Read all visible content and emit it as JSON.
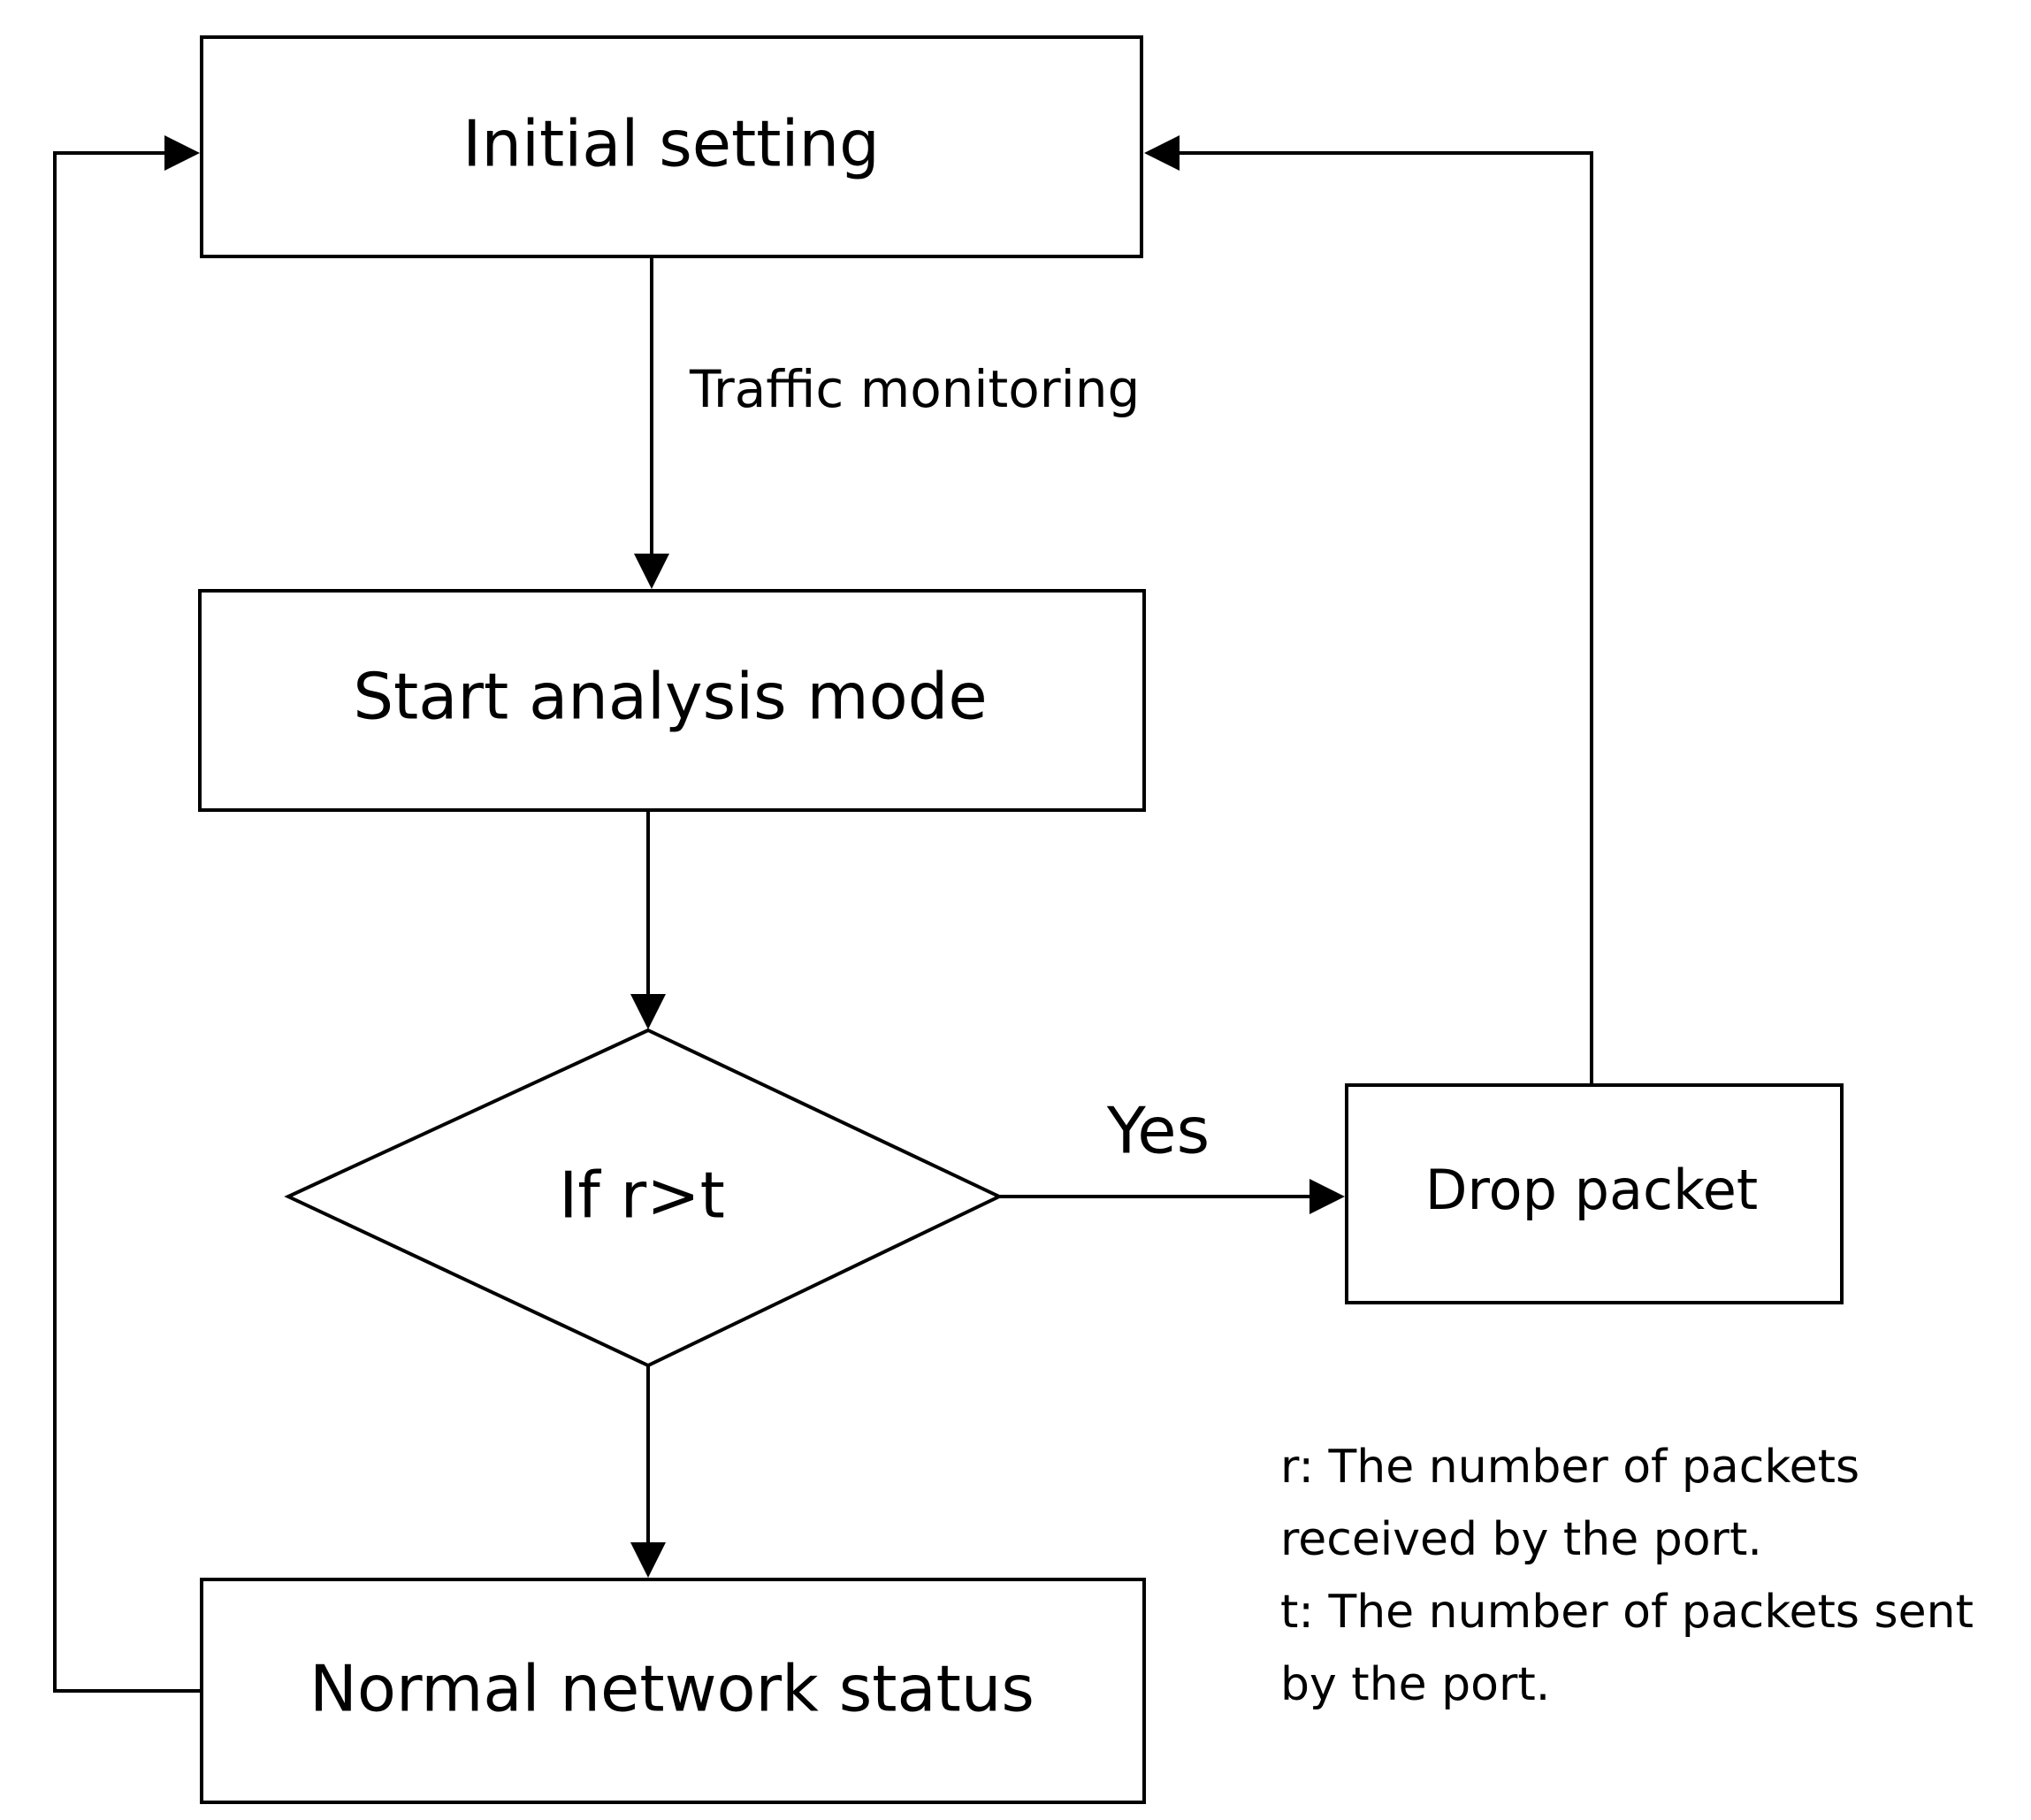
{
  "nodes": {
    "initial_setting": "Initial setting",
    "start_analysis": "Start analysis mode",
    "decision": "If r>t",
    "drop_packet": "Drop packet",
    "normal_status": "Normal network status"
  },
  "edges": {
    "traffic_monitoring": "Traffic monitoring",
    "yes": "Yes"
  },
  "legend": {
    "r_line1": "r: The number of packets",
    "r_line2": "received by the port.",
    "t_line1": "t: The number of packets sent",
    "t_line2": "by the port."
  },
  "colors": {
    "stroke": "#000000",
    "background": "#ffffff",
    "text": "#000000"
  }
}
